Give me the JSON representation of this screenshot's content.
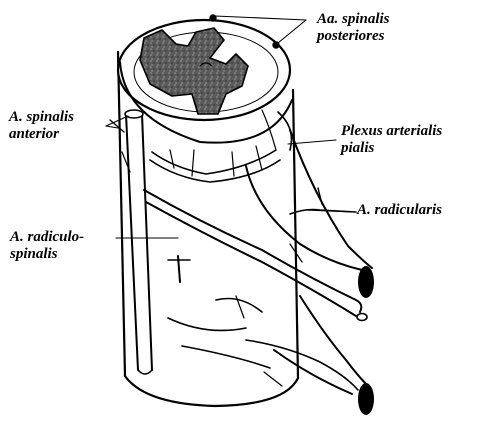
{
  "labels": {
    "aa_spinalis_posteriores": [
      "Aa. spinalis",
      "posteriores"
    ],
    "a_spinalis_anterior": [
      "A. spinalis",
      "anterior"
    ],
    "plexus_arterialis_pialis": [
      "Plexus arterialis",
      "pialis"
    ],
    "a_radicularis": [
      "A. radicularis"
    ],
    "a_radiculo_spinalis": [
      "A. radiculo-",
      "spinalis"
    ]
  },
  "colors": {
    "ink": "#000000",
    "paper": "#ffffff",
    "gray_matter": "#5a5a5a"
  }
}
